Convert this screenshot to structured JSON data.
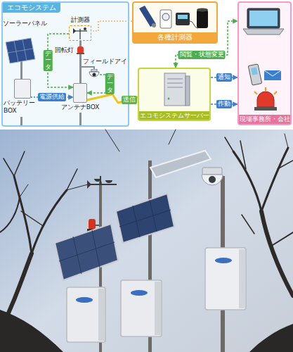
{
  "diagram": {
    "nodes": [
      {
        "text": [
          "エコモシステム"
        ]
      },
      {
        "text": [
          "計測器"
        ],
        "in": 0
      },
      {
        "text": [
          "フィールドアイ"
        ],
        "in": 0
      },
      {
        "text": [
          "バッテリー BOX"
        ],
        "in": 0
      },
      {
        "text": [
          "アンテナBOX"
        ],
        "in": 0
      },
      {
        "text": [
          "各種計測器"
        ]
      },
      {
        "text": [
          "エコモシステムサーバー"
        ]
      },
      {
        "text": [
          "現場事務所・会社"
        ]
      }
    ],
    "edges": [
      {
        "from": 1,
        "to": 4,
        "label": "データ",
        "arrow": "to"
      },
      {
        "from": 2,
        "to": 4,
        "label": "データ",
        "arrow": "to"
      },
      {
        "from": 3,
        "to": 4,
        "label": "電源供給",
        "arrow": "to"
      },
      {
        "from": 4,
        "to": 6,
        "label": "送信",
        "arrow": "none"
      },
      {
        "from": 5,
        "to": 1,
        "arrow": "none"
      },
      {
        "from": 6,
        "to": 7,
        "label": "閲覧・状態変更",
        "arrow": "both"
      },
      {
        "from": 6,
        "to": 7,
        "label": "通知",
        "arrow": "to"
      },
      {
        "from": 6,
        "to": 7,
        "label": "作動",
        "arrow": "to"
      }
    ],
    "labels": [
      "ソーラーパネル",
      "回転灯"
    ]
  }
}
